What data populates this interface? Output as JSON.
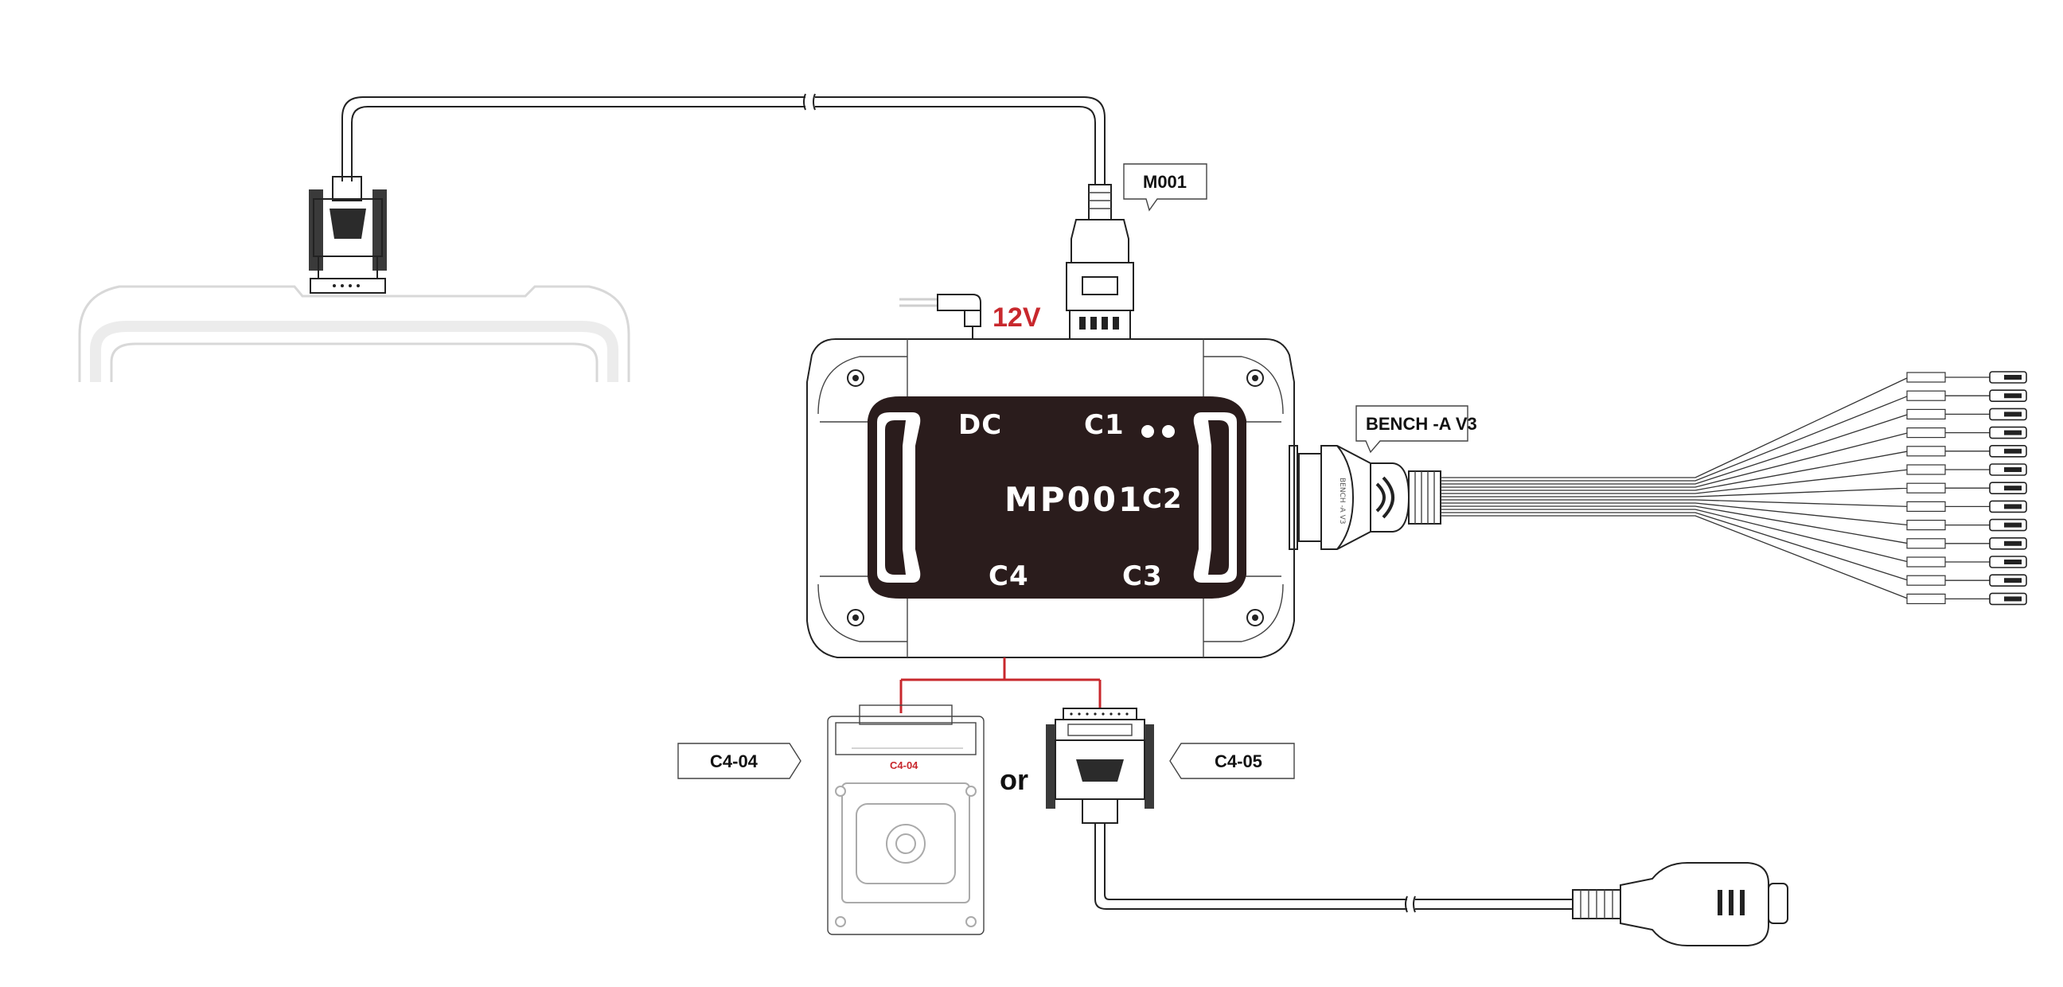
{
  "device": {
    "name": "MP001",
    "ports": {
      "dc": "DC",
      "c1": "C1",
      "c2": "C2",
      "c3": "C3",
      "c4": "C4"
    }
  },
  "power": {
    "label": "12V",
    "color": "#c8282d"
  },
  "callouts": {
    "m001": "M001",
    "bench": "BENCH -A V3",
    "c4_04": "C4-04",
    "c4_05": "C4-05"
  },
  "adapter": {
    "c4_04_face": "C4-04",
    "bench_face": "BENCH -A V3"
  },
  "connector_word": "or",
  "colors": {
    "line": "#222222",
    "accent": "#c8282d",
    "device_panel": "#2a1c1c"
  }
}
